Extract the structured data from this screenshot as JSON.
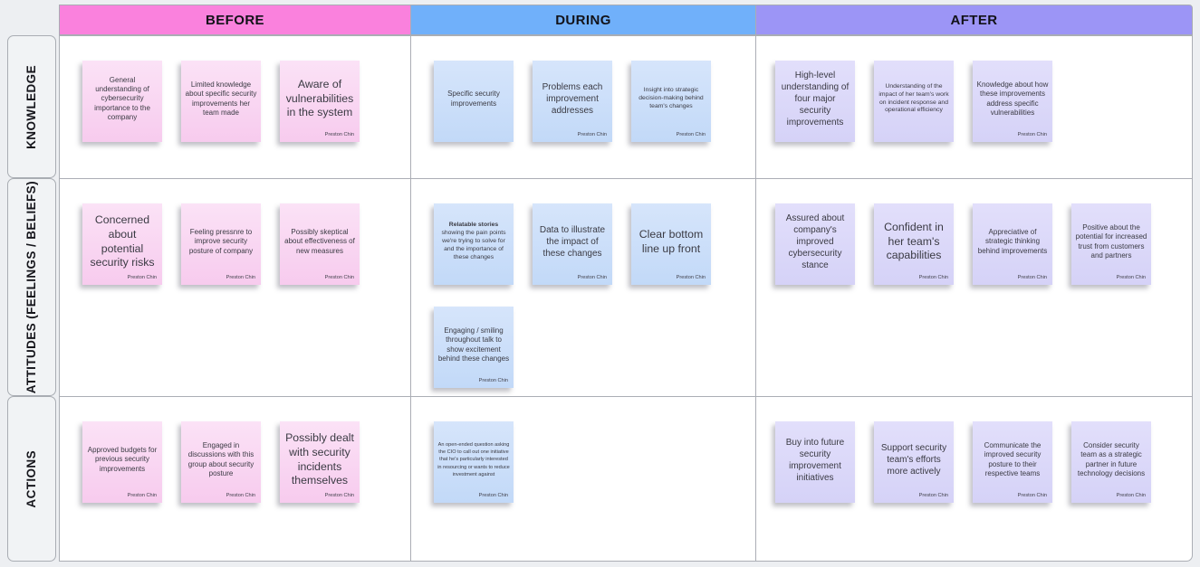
{
  "board": {
    "author_default": "Preston Chin",
    "columns": [
      {
        "label": "BEFORE",
        "header_color": "#fa81dd",
        "note_gradient_top": "#fbe2f6",
        "note_gradient_bottom": "#f7cbee"
      },
      {
        "label": "DURING",
        "header_color": "#70b0fa",
        "note_gradient_top": "#d6e5fb",
        "note_gradient_bottom": "#c2d9f8"
      },
      {
        "label": "AFTER",
        "header_color": "#9c95f6",
        "note_gradient_top": "#e2dffb",
        "note_gradient_bottom": "#d5d2f7"
      }
    ],
    "rows": [
      {
        "label": "KNOWLEDGE",
        "cells": [
          {
            "notes": [
              {
                "text": "General understanding of cybersecurity importance to the company",
                "author": "",
                "size": "sm"
              },
              {
                "text": "Limited knowledge about specific security improvements her team made",
                "author": "",
                "size": "sm"
              },
              {
                "text": "Aware of vulnerabilities in the system",
                "author": "Preston Chin",
                "size": "lg"
              }
            ]
          },
          {
            "notes": [
              {
                "text": "Specific security improvements",
                "author": "",
                "size": "sm"
              },
              {
                "text": "Problems each improvement addresses",
                "author": "Preston Chin",
                "size": "md"
              },
              {
                "text": "Insight into strategic decision-making behind team's changes",
                "author": "Preston Chin",
                "size": "xs"
              }
            ]
          },
          {
            "notes": [
              {
                "text": "High-level understanding of four major security improvements",
                "author": "",
                "size": "md"
              },
              {
                "text": "Understanding of the impact of her team's work on incident response and operational efficiency",
                "author": "",
                "size": "xs"
              },
              {
                "text": "Knowledge about how these improvements address specific vulnerabilities",
                "author": "Preston Chin",
                "size": "sm"
              }
            ]
          }
        ]
      },
      {
        "label": "ATTITUDES (FEELINGS / BELIEFS)",
        "cells": [
          {
            "notes": [
              {
                "text": "Concerned about potential security risks",
                "author": "Preston Chin",
                "size": "lg"
              },
              {
                "text": "Feeling pressnre to improve security posture of company",
                "author": "Preston Chin",
                "size": "sm"
              },
              {
                "text": "Possibly skeptical about effectiveness of new measures",
                "author": "Preston Chin",
                "size": "sm"
              }
            ]
          },
          {
            "notes": [
              {
                "bold_lead": "Relatable stories",
                "text": " showing the pain points we're trying to solve for and the importance of these changes",
                "author": "",
                "size": "xs"
              },
              {
                "text": "Data to illustrate the impact of these changes",
                "author": "Preston Chin",
                "size": "md"
              },
              {
                "text": "Clear bottom line up front",
                "author": "Preston Chin",
                "size": "lg"
              },
              {
                "text": "Engaging / smiling throughout talk to show excitement behind these changes",
                "author": "Preston Chin",
                "size": "sm"
              }
            ]
          },
          {
            "notes": [
              {
                "text": "Assured about company's improved cybersecurity stance",
                "author": "",
                "size": "md"
              },
              {
                "text": "Confident in her team's capabilities",
                "author": "Preston Chin",
                "size": "lg"
              },
              {
                "text": "Appreciative of strategic thinking behind improvements",
                "author": "Preston Chin",
                "size": "sm"
              },
              {
                "text": "Positive about the potential for increased trust from customers and partners",
                "author": "Preston Chin",
                "size": "sm"
              }
            ]
          }
        ]
      },
      {
        "label": "ACTIONS",
        "cells": [
          {
            "notes": [
              {
                "text": "Approved budgets for previous security improvements",
                "author": "Preston Chin",
                "size": "sm"
              },
              {
                "text": "Engaged in discussions with this group about security posture",
                "author": "Preston Chin",
                "size": "sm"
              },
              {
                "text": "Possibly dealt with security incidents themselves",
                "author": "Preston Chin",
                "size": "lg"
              }
            ]
          },
          {
            "notes": [
              {
                "text": "An open-ended question asking the CIO to call out one initiative that he's particularly interested in resourcing or wants to reduce investment against",
                "author": "Preston Chin",
                "size": "xxs"
              }
            ]
          },
          {
            "notes": [
              {
                "text": "Buy into future security improvement initiatives",
                "author": "",
                "size": "md"
              },
              {
                "text": "Support security team's efforts more actively",
                "author": "Preston Chin",
                "size": "md"
              },
              {
                "text": "Communicate the improved security posture to their respective teams",
                "author": "Preston Chin",
                "size": "sm"
              },
              {
                "text": "Consider security team as a strategic partner in future technology decisions",
                "author": "Preston Chin",
                "size": "sm"
              }
            ]
          }
        ]
      }
    ]
  }
}
